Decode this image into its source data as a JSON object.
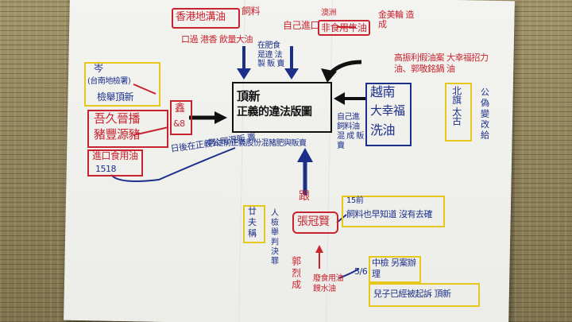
{
  "center": {
    "line1": "頂新",
    "line2": "正義的違法版圖"
  },
  "top_left_box": {
    "line1": "香港地溝油",
    "line2": "飼料"
  },
  "top_left_note": "口過 港香 飲量大油",
  "top_right_plain": "自己進口",
  "top_right_box": "非食用牛油",
  "top_right_small": "澳洲",
  "top_right_side": "金美輪 造成",
  "top_vertical_note": "在肥食 是違 法製 販 賣",
  "right_quote": "高振利假油案 大幸福招力油、郭敬銘鍋 油",
  "right_yellow_box": "北旗 太古",
  "right_yellow_side": "公 偽 變 改 給",
  "right_box": {
    "line1": "越南",
    "line2": "大幸福",
    "line3": "洗油"
  },
  "right_vertical_note": "自己進 飼料油 混 成 販 賣",
  "left_yellow_box": {
    "line1": "岑",
    "line2": "(台南地檢署)",
    "line3": "檢舉頂新"
  },
  "left_red_box": {
    "line1": "吾久晉播",
    "line2": "豬豐源豬"
  },
  "left_side_box": {
    "line1": "鑫",
    "line2": "&8"
  },
  "left_bottom_box": {
    "line1": "進口食用油",
    "line2": "1518"
  },
  "blue_diagonal_note": "日後在正義公司混販 賣",
  "blue_middle_note": "再往前正義股份混豬肥與販賣",
  "follow_label": "跟",
  "zhang_box": "張冠賢",
  "left_small_box": {
    "line1": "廿",
    "line2": "夫",
    "line3": "稱"
  },
  "left_small_vertical": "人 檢 舉 判 決 罪",
  "bottom_right_box": {
    "line1": "15前",
    "line2": "飼料也早知道 沒有去確"
  },
  "bottom_left_red_vert": "郭 烈 成",
  "bottom_left_red_note": "廢食用油 餿水油",
  "bottom_right_fraction": "5/6",
  "bottom_right_line1": "中檢 另案辦理",
  "bottom_right_line2": "兒子已經被起訴 頂新",
  "colors": {
    "red": "#c8242f",
    "blue": "#1c2f8a",
    "yellow": "#e6c81c",
    "black": "#111111"
  }
}
